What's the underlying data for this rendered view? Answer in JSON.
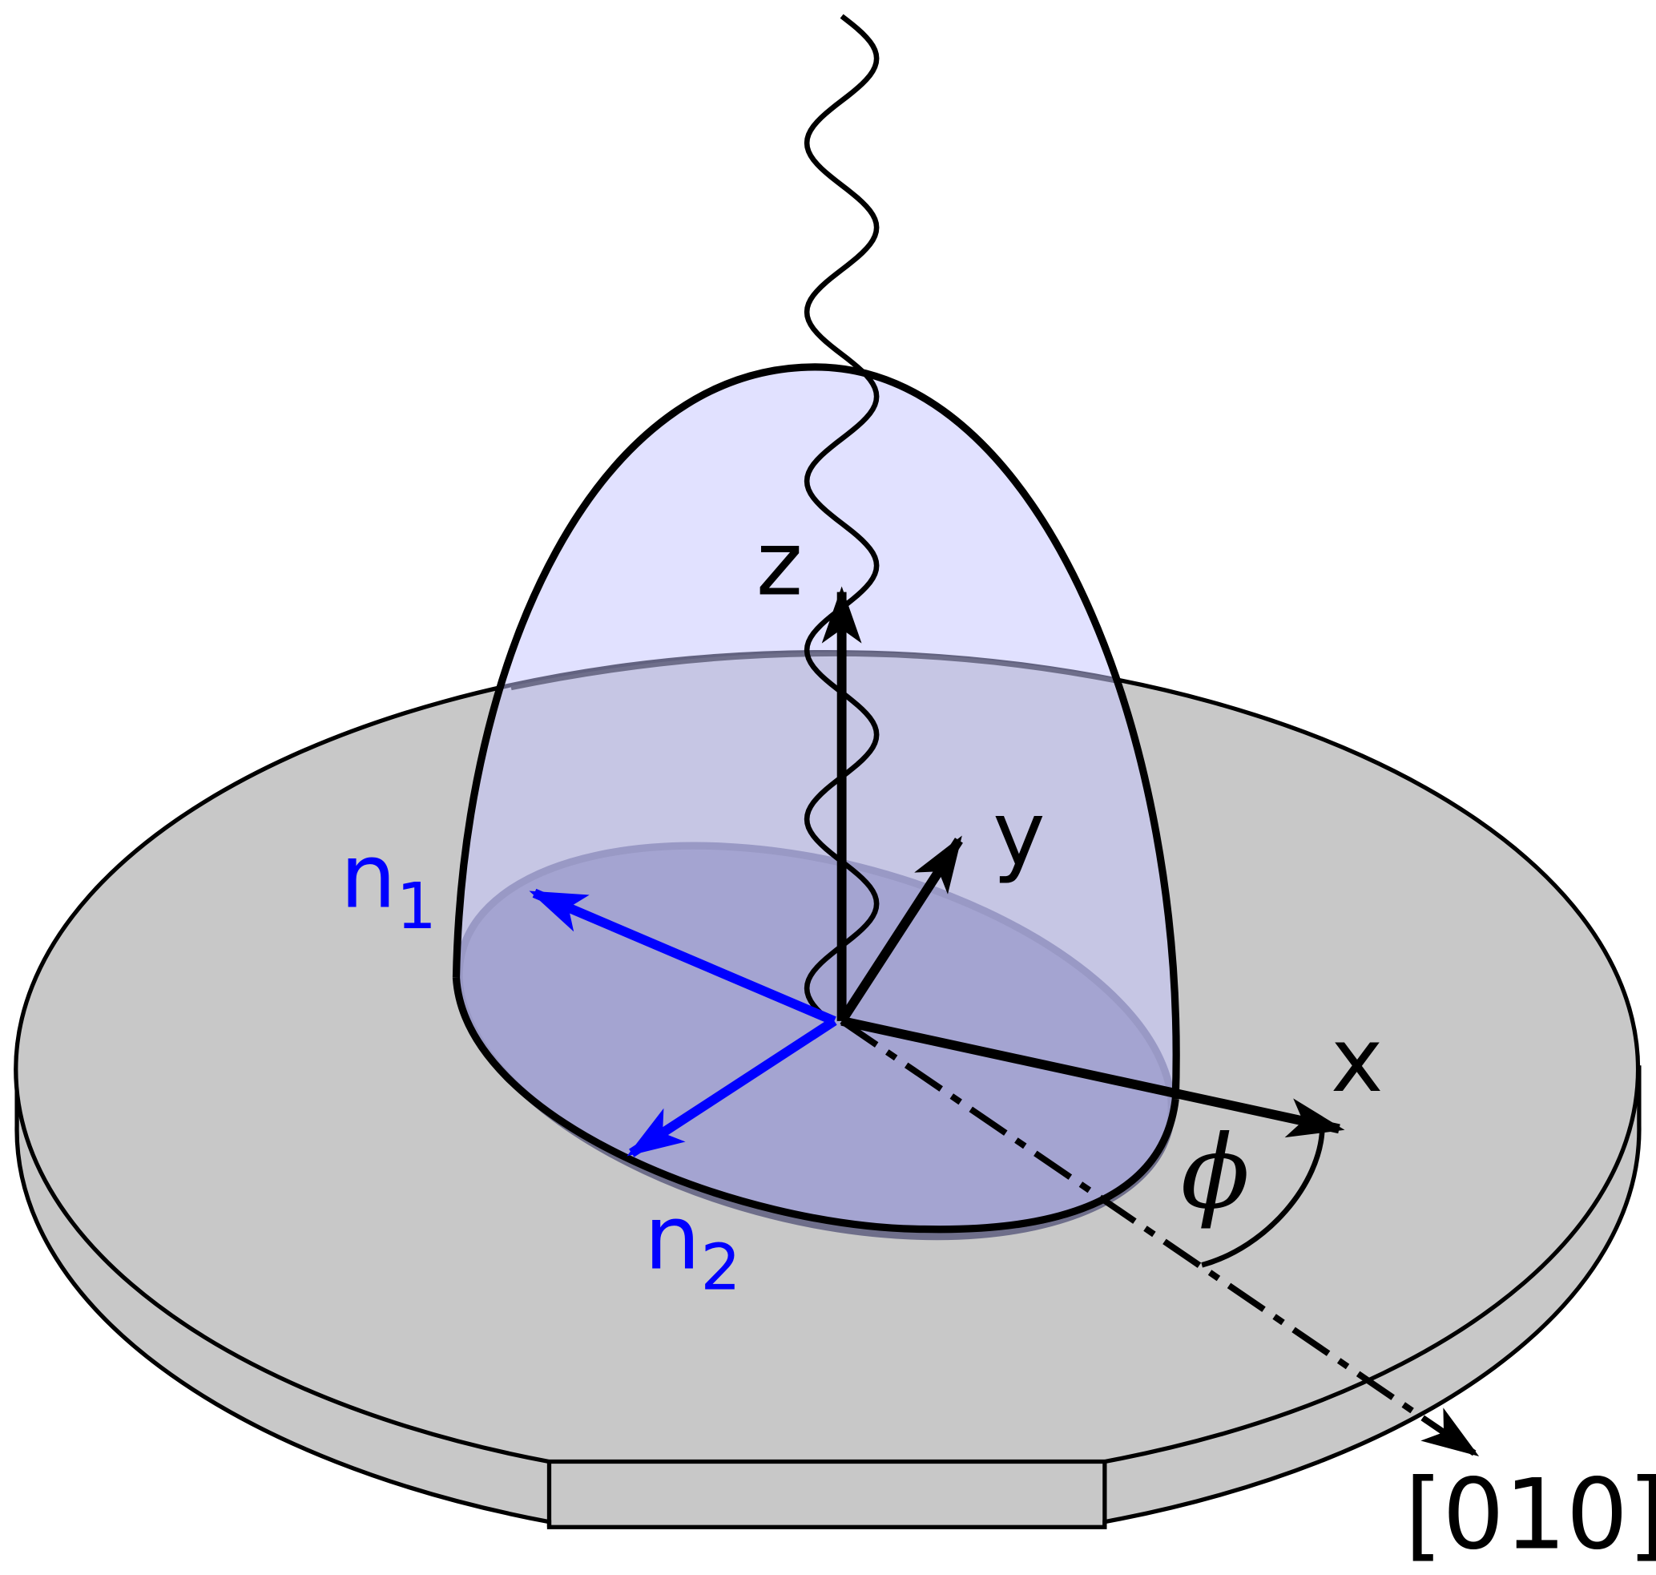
{
  "labels": {
    "z_axis": "z",
    "y_axis": "y",
    "x_axis": "x",
    "angle": "ϕ",
    "n1_base": "n",
    "n1_sub": "1",
    "n2_base": "n",
    "n2_sub": "2",
    "direction": "[010]"
  },
  "colors": {
    "wafer": "#c8c8c8",
    "spot": "#8585a2",
    "dome": "#c4c4ff",
    "polarization": "#0000ff",
    "axes": "#000000"
  }
}
